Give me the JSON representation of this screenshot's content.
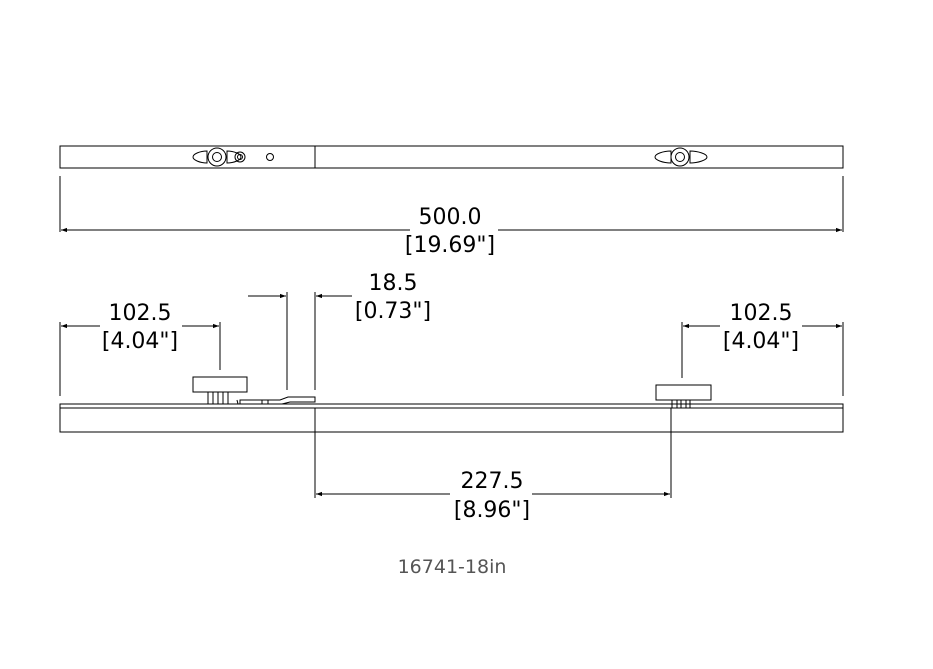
{
  "drawing": {
    "part_number": "16741-18in",
    "overall_length": {
      "mm": "500.0",
      "in": "[19.69\"]"
    },
    "left_clamp_offset": {
      "mm": "102.5",
      "in": "[4.04\"]"
    },
    "right_clamp_offset": {
      "mm": "102.5",
      "in": "[4.04\"]"
    },
    "joint_gap": {
      "mm": "18.5",
      "in": "[0.73\"]"
    },
    "clamp_spacing": {
      "mm": "227.5",
      "in": "[8.96\"]"
    }
  }
}
